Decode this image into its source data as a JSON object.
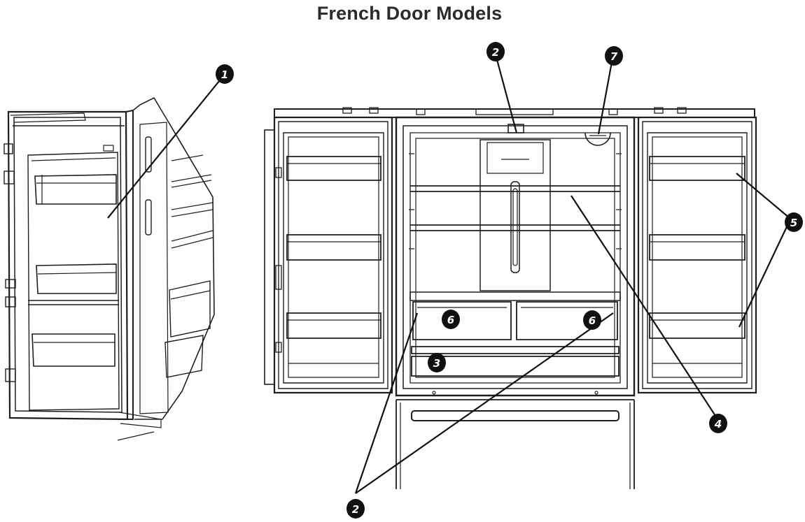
{
  "title": "French Door Models",
  "callouts": [
    {
      "id": "c1-door-bin",
      "label": "1"
    },
    {
      "id": "c2-top",
      "label": "2"
    },
    {
      "id": "c7-light",
      "label": "7"
    },
    {
      "id": "c5-door-bins",
      "label": "5"
    },
    {
      "id": "c4-shelf",
      "label": "4"
    },
    {
      "id": "c6-left-crisper",
      "label": "6"
    },
    {
      "id": "c6-right-crisper",
      "label": "6"
    },
    {
      "id": "c3-pantry-drawer",
      "label": "3"
    },
    {
      "id": "c2-bottom",
      "label": "2"
    }
  ]
}
